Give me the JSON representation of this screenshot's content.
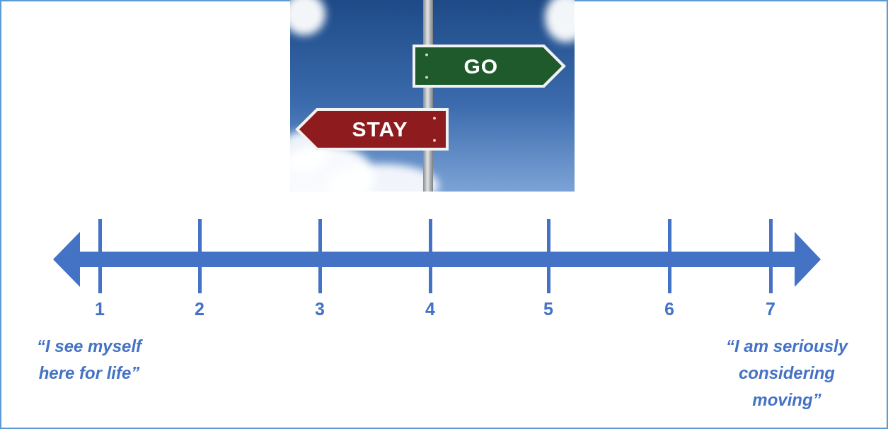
{
  "diagram": {
    "nodes": [
      {
        "text": [
          "GO"
        ]
      },
      {
        "text": [
          "STAY"
        ]
      }
    ],
    "labels": [
      "1",
      "2",
      "3",
      "4",
      "5",
      "6",
      "7",
      "“I see myself here for life”",
      "“I am seriously considering moving”"
    ]
  }
}
